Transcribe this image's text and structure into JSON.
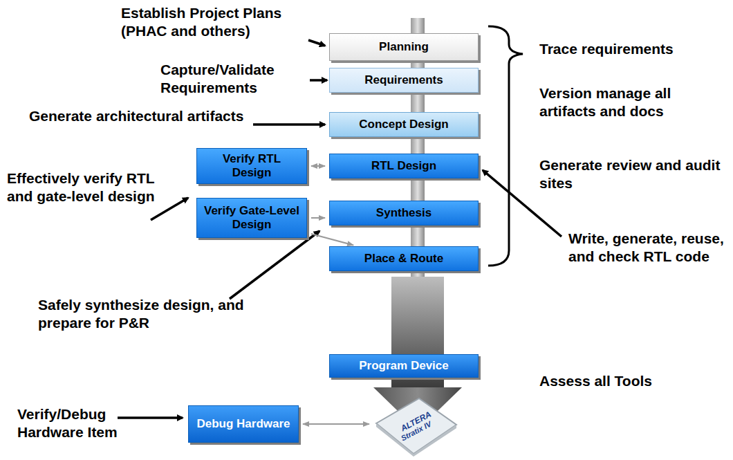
{
  "diagram": {
    "nodes": [
      {
        "text": [
          "Planning"
        ]
      },
      {
        "text": [
          "Requirements"
        ]
      },
      {
        "text": [
          "Concept Design"
        ]
      },
      {
        "text": [
          "Verify RTL Design"
        ]
      },
      {
        "text": [
          "RTL Design"
        ]
      },
      {
        "text": [
          "Verify Gate-Level Design"
        ]
      },
      {
        "text": [
          "Synthesis"
        ]
      },
      {
        "text": [
          "Place & Route"
        ]
      },
      {
        "text": [
          "Program Device"
        ]
      },
      {
        "text": [
          "Debug Hardware"
        ]
      },
      {
        "text": [
          "ALTERA",
          "Stratix IV"
        ]
      }
    ],
    "edges": [
      {
        "from": 3,
        "to": 4,
        "arrow": "both"
      },
      {
        "from": 5,
        "to": 6,
        "arrow": "to"
      },
      {
        "from": 5,
        "to": 7,
        "arrow": "to"
      },
      {
        "from": 9,
        "to": 10,
        "arrow": "both"
      }
    ],
    "labels": [
      "Establish Project Plans (PHAC and others)",
      "Capture/Validate Requirements",
      "Generate architectural artifacts",
      "Effectively verify RTL and gate-level design",
      "Safely synthesize design, and prepare for P&R",
      "Verify/Debug Hardware Item",
      "Trace requirements",
      "Version manage all artifacts and docs",
      "Generate review and audit sites",
      "Write, generate, reuse, and check RTL code",
      "Assess all Tools"
    ]
  }
}
